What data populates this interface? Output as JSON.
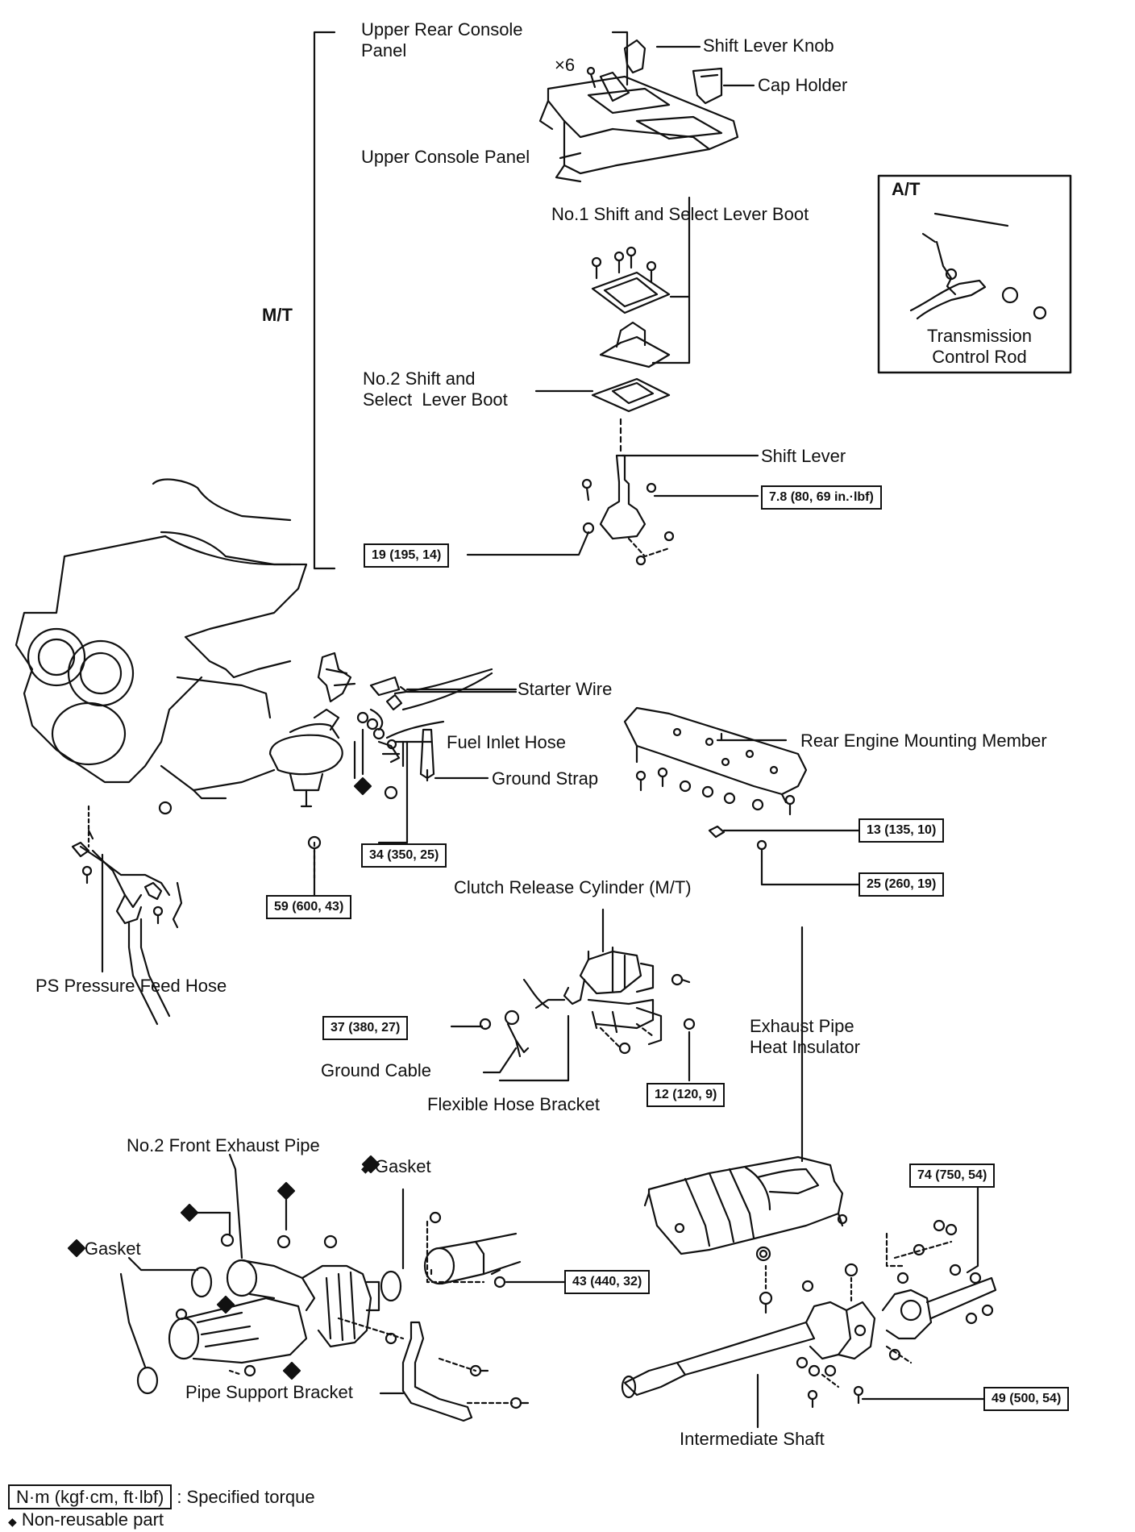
{
  "labels": {
    "upper_rear_console_panel": "Upper Rear Console\nPanel",
    "x6": "×6",
    "shift_lever_knob": "Shift Lever Knob",
    "cap_holder": "Cap Holder",
    "upper_console_panel": "Upper Console Panel",
    "no1_boot": "No.1 Shift and Select Lever Boot",
    "mt": "M/T",
    "at": "A/T",
    "transmission_control_rod": "Transmission\nControl Rod",
    "no2_boot": "No.2 Shift and\nSelect  Lever Boot",
    "shift_lever": "Shift Lever",
    "starter_wire": "Starter Wire",
    "fuel_inlet_hose": "Fuel Inlet Hose",
    "ground_strap": "Ground Strap",
    "rear_engine_mounting_member": "Rear Engine Mounting Member",
    "clutch_release_cylinder": "Clutch Release Cylinder (M/T)",
    "ps_pressure_feed_hose": "PS Pressure Feed Hose",
    "ground_cable": "Ground Cable",
    "flexible_hose_bracket": "Flexible Hose Bracket",
    "exhaust_pipe_heat_insulator": "Exhaust Pipe\nHeat Insulator",
    "no2_front_exhaust_pipe": "No.2 Front Exhaust Pipe",
    "gasket_top": "Gasket",
    "gasket_left": "Gasket",
    "pipe_support_bracket": "Pipe Support Bracket",
    "intermediate_shaft": "Intermediate Shaft"
  },
  "torques": {
    "t_7_8": "7.8 (80, 69 in.·lbf)",
    "t_19": "19 (195, 14)",
    "t_34": "34 (350, 25)",
    "t_59": "59 (600, 43)",
    "t_13": "13 (135, 10)",
    "t_25": "25 (260, 19)",
    "t_37": "37 (380, 27)",
    "t_12": "12 (120, 9)",
    "t_74": "74 (750, 54)",
    "t_43": "43 (440, 32)",
    "t_49": "49 (500, 54)"
  },
  "legend": {
    "torque_unit": "N·m (kgf·cm, ft·lbf)",
    "torque_desc": ": Specified torque",
    "nonreusable": "Non-reusable part"
  }
}
